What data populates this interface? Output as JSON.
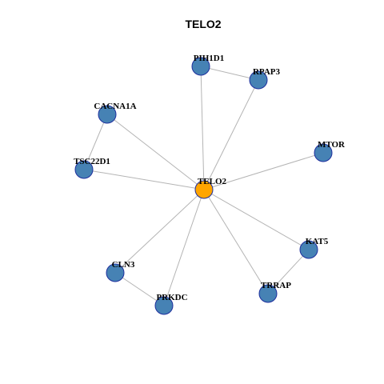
{
  "title": "TELO2",
  "colors": {
    "hub_fill": "#FFA500",
    "node_fill": "#4682B4",
    "node_stroke": "#1E2F9E",
    "edge": "#B4B4B4"
  },
  "nodes": [
    {
      "id": "TELO2",
      "label": "TELO2",
      "hub": true
    },
    {
      "id": "PIH1D1",
      "label": "PIH1D1"
    },
    {
      "id": "RPAP3",
      "label": "RPAP3"
    },
    {
      "id": "CACNA1A",
      "label": "CACNA1A"
    },
    {
      "id": "MTOR",
      "label": "MTOR"
    },
    {
      "id": "TSC22D1",
      "label": "TSC22D1"
    },
    {
      "id": "KAT5",
      "label": "KAT5"
    },
    {
      "id": "CLN3",
      "label": "CLN3"
    },
    {
      "id": "TRRAP",
      "label": "TRRAP"
    },
    {
      "id": "PRKDC",
      "label": "PRKDC"
    }
  ],
  "edges": [
    [
      "TELO2",
      "PIH1D1"
    ],
    [
      "TELO2",
      "RPAP3"
    ],
    [
      "PIH1D1",
      "RPAP3"
    ],
    [
      "TELO2",
      "CACNA1A"
    ],
    [
      "CACNA1A",
      "TSC22D1"
    ],
    [
      "TELO2",
      "TSC22D1"
    ],
    [
      "TELO2",
      "MTOR"
    ],
    [
      "TELO2",
      "KAT5"
    ],
    [
      "TELO2",
      "TRRAP"
    ],
    [
      "KAT5",
      "TRRAP"
    ],
    [
      "TELO2",
      "CLN3"
    ],
    [
      "TELO2",
      "PRKDC"
    ],
    [
      "CLN3",
      "PRKDC"
    ]
  ]
}
